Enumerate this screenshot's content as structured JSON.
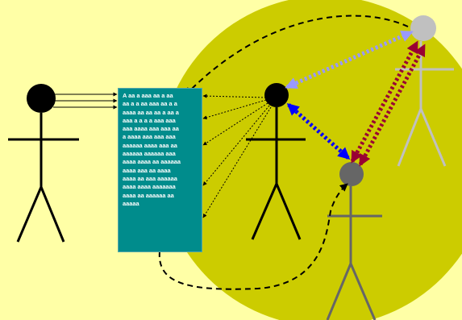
{
  "figure": {
    "type": "stick-figure-communication-diagram",
    "background_color": "#FFFFA6",
    "circle_color": "#CCCC00"
  },
  "people": [
    {
      "id": "left-person",
      "color": "#000000"
    },
    {
      "id": "center-person",
      "color": "#000000"
    },
    {
      "id": "lower-right-person",
      "color": "#666666"
    },
    {
      "id": "upper-right-person",
      "color": "#C0C0C0"
    }
  ],
  "document": {
    "box_color": "#008C8C",
    "text_color": "#FFFFFF",
    "lines": [
      "A aa a aaa aa a aa",
      "aa a a aa aaa aa a a",
      "aaaa aa aa aa a aa a",
      "aaa a a a a aaa aaa",
      "aaa aaaa aaa aaa aa",
      "a aaaa aaa aaa aaa",
      "aaaaaa aaaa aaa aa",
      "aaaaaa aaaaaa aaa",
      "aaaa aaaa aa aaaaaa",
      "aaaa aaa aa aaaa",
      "aaaa aa aaa aaaaaa",
      "aaaa aaaa aaaaaaa",
      "aaaa aa aaaaaa aa",
      "aaaaa"
    ]
  },
  "arrow_colors": {
    "solid": "#000000",
    "dotted": "#000000",
    "dashed": "#000000",
    "blue": "#0000FF",
    "lavender": "#9999FF",
    "maroon": "#990033"
  }
}
